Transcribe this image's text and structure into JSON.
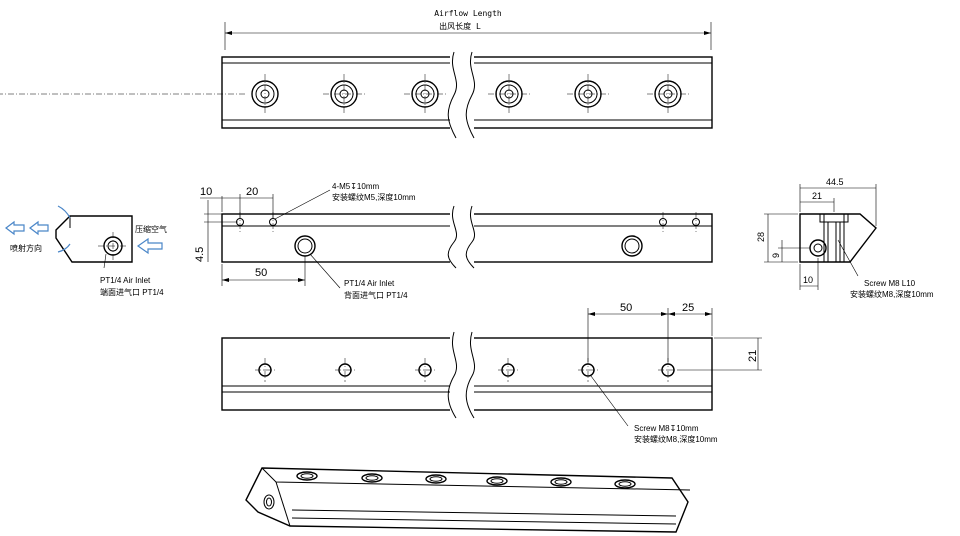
{
  "top_view": {
    "label_en": "Airflow Length",
    "label_cn": "出风长度 L"
  },
  "side_view": {
    "dim_10": "10",
    "dim_20": "20",
    "dim_50": "50",
    "dim_4_5": "4.5",
    "hole_note_en": "4-M5↧10mm",
    "hole_note_cn": "安装螺纹M5,深度10mm",
    "inlet_en": "PT1/4 Air Inlet",
    "inlet_cn": "背面进气口 PT1/4"
  },
  "end_view": {
    "compressed_air": "压缩空气",
    "jet_direction": "喷射方向",
    "inlet_en": "PT1/4 Air Inlet",
    "inlet_cn": "端面进气口 PT1/4"
  },
  "section_view": {
    "dim_44_5": "44.5",
    "dim_21": "21",
    "dim_28": "28",
    "dim_9": "9",
    "dim_10": "10",
    "screw_en": "Screw M8 L10",
    "screw_cn": "安装螺纹M8,深度10mm"
  },
  "bottom_view": {
    "dim_50": "50",
    "dim_25": "25",
    "dim_21": "21",
    "screw_en": "Screw M8↧10mm",
    "screw_cn": "安装螺纹M8,深度10mm"
  },
  "colors": {
    "line": "#000000",
    "arrow": "#4a86c8"
  }
}
